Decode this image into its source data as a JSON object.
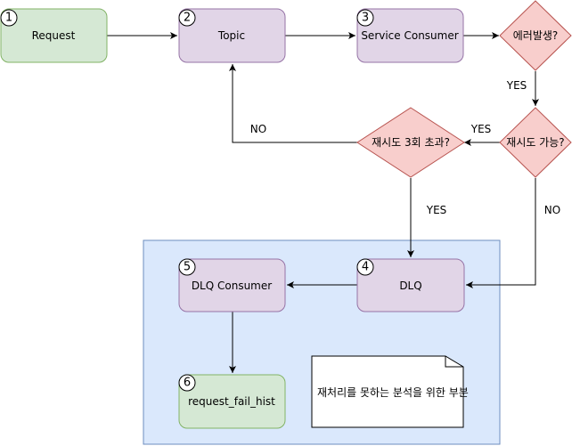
{
  "colors": {
    "green_fill": "#d5e8d4",
    "green_stroke": "#82b366",
    "purple_fill": "#e1d5e7",
    "purple_stroke": "#9673a6",
    "red_fill": "#f8cecc",
    "red_stroke": "#b85450",
    "blue_fill": "#dae8fc",
    "blue_stroke": "#6c8ebf"
  },
  "nodes": {
    "request": {
      "label": "Request",
      "badge": "1"
    },
    "topic": {
      "label": "Topic",
      "badge": "2"
    },
    "service_consumer": {
      "label": "Service Consumer",
      "badge": "3"
    },
    "dlq": {
      "label": "DLQ",
      "badge": "4"
    },
    "dlq_consumer": {
      "label": "DLQ Consumer",
      "badge": "5"
    },
    "request_fail_hist": {
      "label": "request_fail_hist",
      "badge": "6"
    }
  },
  "decisions": {
    "error_occurred": {
      "label": "에러발생?"
    },
    "retry_possible": {
      "label": "재시도 가능?"
    },
    "retry_exceeded": {
      "label": "재시도 3회 초과?"
    }
  },
  "edge_labels": {
    "error_yes": "YES",
    "retry_possible_yes": "YES",
    "retry_possible_no": "NO",
    "exceeded_no": "NO",
    "exceeded_yes": "YES"
  },
  "note": {
    "text": "재처리를 못하는 분석을 위한 부분"
  }
}
